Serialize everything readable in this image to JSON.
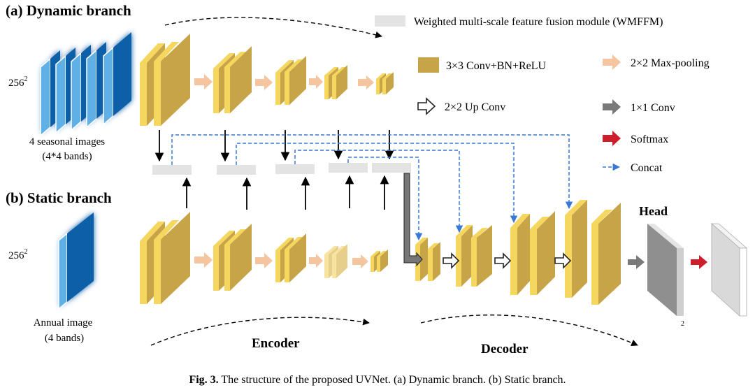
{
  "labels": {
    "dynamic_branch": "(a) Dynamic branch",
    "static_branch": "(b) Static branch",
    "dyn_size": "256",
    "dyn_size_sup": "2",
    "static_size": "256",
    "static_size_sup": "2",
    "seasonal_line1": "4 seasonal images",
    "seasonal_line2": "(4*4 bands)",
    "annual_line1": "Annual image",
    "annual_line2": "(4 bands)",
    "head": "Head",
    "head_sub": "2",
    "encoder": "Encoder",
    "decoder": "Decoder"
  },
  "legend": {
    "wmffm": "Weighted multi-scale feature fusion module (WMFFM)",
    "conv": "3×3 Conv+BN+ReLU",
    "maxpool": "2×2 Max-pooling",
    "upconv": "2×2 Up Conv",
    "conv1x1": "1×1 Conv",
    "softmax": "Softmax",
    "concat": "Concat"
  },
  "caption": {
    "prefix": "Fig. 3.",
    "text": " The structure of the proposed UVNet. (a) Dynamic branch. (b) Static branch."
  },
  "colors": {
    "conv_fill": "#c8a448",
    "conv_side": "#f5d65e",
    "pool_arrow": "#f5c5a0",
    "wmffm": "#e3e3e3",
    "blue_dark": "#0a5ea8",
    "blue_light": "#5fb0e6",
    "gray_arrow": "#7a7a7a",
    "softmax": "#cc1f2b",
    "concat": "#3a78d6"
  }
}
